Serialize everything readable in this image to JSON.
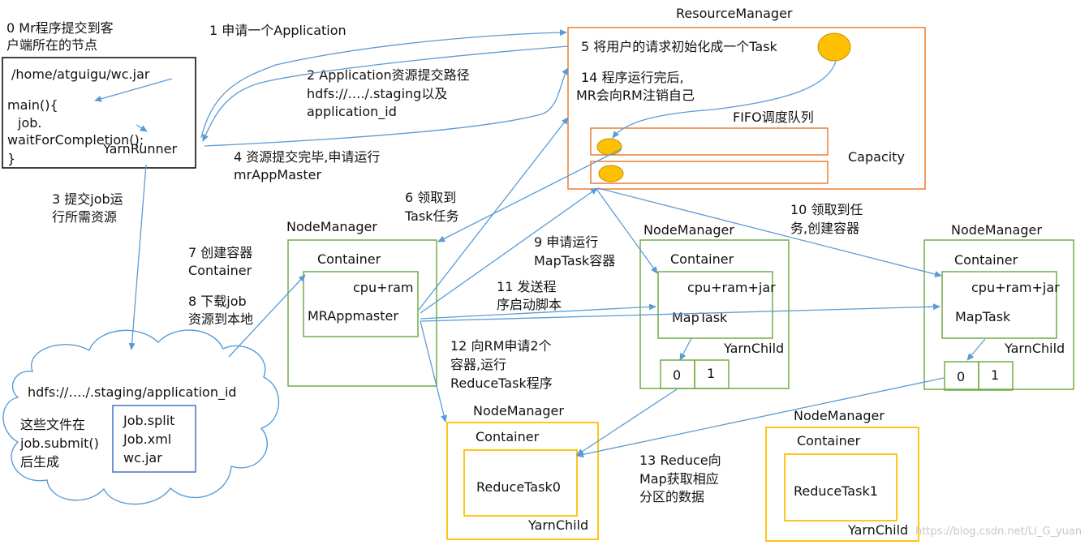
{
  "client": {
    "caption_line1": "0 Mr程序提交到客",
    "caption_line2": "户端所在的节点",
    "code_path": "/home/atguigu/wc.jar",
    "code_main": "main(){",
    "code_job": "job.",
    "code_wait": "waitForCompletion();",
    "code_yarnrunner": "YarnRunner",
    "code_close": "}"
  },
  "resource_manager": {
    "title": "ResourceManager",
    "init_task": "5 将用户的请求初始化成一个Task",
    "unregister_line1": "14 程序运行完后,",
    "unregister_line2": "MR会向RM注销自己",
    "fifo_label": "FIFO调度队列",
    "capacity_label": "Capacity"
  },
  "steps": {
    "s1": "1 申请一个Application",
    "s2_line1": "2 Application资源提交路径",
    "s2_line2": "hdfs://…./.staging以及",
    "s2_line3": "application_id",
    "s3_line1": "3 提交job运",
    "s3_line2": "行所需资源",
    "s4_line1": "4 资源提交完毕,申请运行",
    "s4_line2": "mrAppMaster",
    "s6_line1": "6 领取到",
    "s6_line2": "Task任务",
    "s7_line1": "7 创建容器",
    "s7_line2": "Container",
    "s8_line1": "8 下载job",
    "s8_line2": "资源到本地",
    "s9_line1": "9 申请运行",
    "s9_line2": "MapTask容器",
    "s10_line1": "10 领取到任",
    "s10_line2": "务,创建容器",
    "s11_line1": "11 发送程",
    "s11_line2": "序启动脚本",
    "s12_line1": "12 向RM申请2个",
    "s12_line2": "容器,运行",
    "s12_line3": "ReduceTask程序",
    "s13_line1": "13 Reduce向",
    "s13_line2": "Map获取相应",
    "s13_line3": "分区的数据"
  },
  "nm_master": {
    "title": "NodeManager",
    "container": "Container",
    "resources": "cpu+ram",
    "app": "MRAppmaster"
  },
  "nm_map1": {
    "title": "NodeManager",
    "container": "Container",
    "resources": "cpu+ram+jar",
    "task": "MapTask",
    "child": "YarnChild",
    "p0": "0",
    "p1": "1"
  },
  "nm_map2": {
    "title": "NodeManager",
    "container": "Container",
    "resources": "cpu+ram+jar",
    "task": "MapTask",
    "child": "YarnChild",
    "p0": "0",
    "p1": "1"
  },
  "nm_reduce1": {
    "title": "NodeManager",
    "container": "Container",
    "task": "ReduceTask0",
    "child": "YarnChild"
  },
  "nm_reduce2": {
    "title": "NodeManager",
    "container": "Container",
    "task": "ReduceTask1",
    "child": "YarnChild"
  },
  "hdfs": {
    "path": "hdfs://…./.staging/application_id",
    "note_line1": "这些文件在",
    "note_line2": "job.submit()",
    "note_line3": "后生成",
    "file1": "Job.split",
    "file2": "Job.xml",
    "file3": "wc.jar"
  },
  "watermark": "https://blog.csdn.net/Li_G_yuan",
  "colors": {
    "arrow": "#5b9bd5",
    "resource_manager_border": "#ed7d31",
    "node_manager_border": "#70ad47",
    "reduce_border": "#ffc000",
    "task_dot": "#ffc000",
    "hdfs_files_border": "#4472c4"
  }
}
